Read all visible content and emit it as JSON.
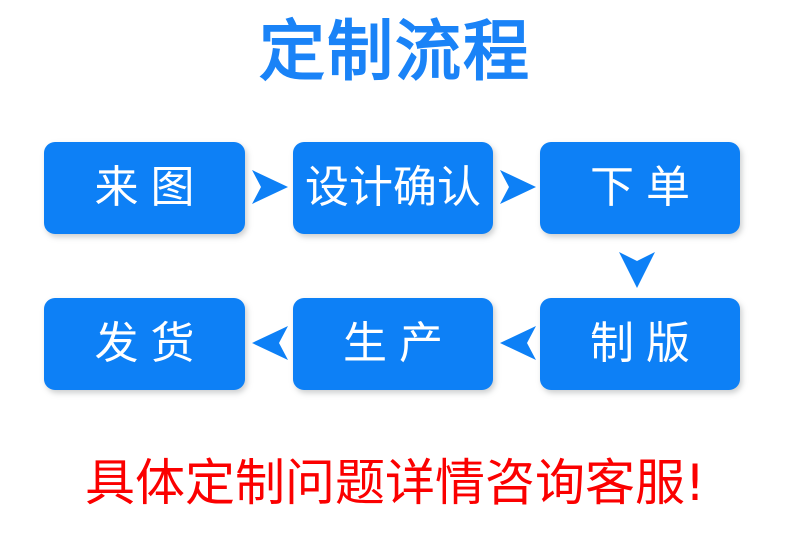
{
  "title": "定制流程",
  "theme": {
    "box_fill": "#0d80f6",
    "box_text": "#ffffff",
    "title_color": "#1a83f7",
    "arrow_color": "#0d80f6",
    "footer_color": "#fb0000",
    "background": "#ffffff"
  },
  "flow": {
    "row1": [
      {
        "label": "来图",
        "spacing": "wide"
      },
      {
        "label": "设计确认",
        "spacing": "tight"
      },
      {
        "label": "下单",
        "spacing": "wide"
      }
    ],
    "row2": [
      {
        "label": "发货",
        "spacing": "wide"
      },
      {
        "label": "生产",
        "spacing": "wide"
      },
      {
        "label": "制版",
        "spacing": "wide"
      }
    ],
    "connectors": [
      {
        "name": "arrow-right-icon",
        "direction": "right",
        "from": "来图",
        "to": "设计确认"
      },
      {
        "name": "arrow-right-icon",
        "direction": "right",
        "from": "设计确认",
        "to": "下单"
      },
      {
        "name": "arrow-down-icon",
        "direction": "down",
        "from": "下单",
        "to": "制版"
      },
      {
        "name": "arrow-left-icon",
        "direction": "left",
        "from": "制版",
        "to": "生产"
      },
      {
        "name": "arrow-left-icon",
        "direction": "left",
        "from": "生产",
        "to": "发货"
      }
    ]
  },
  "footer": {
    "note": "具体定制问题详情咨询客服!"
  }
}
